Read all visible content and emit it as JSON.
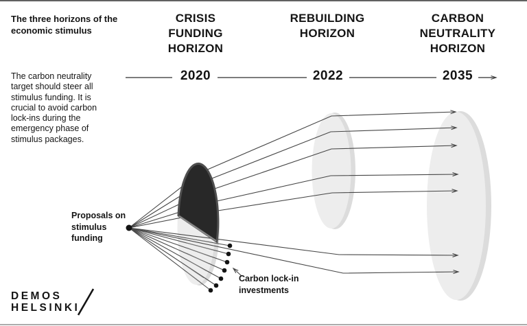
{
  "intro": {
    "heading": "The three horizons of the economic stimulus",
    "body": "The carbon neutrality target should steer all stimulus funding. It is crucial to avoid carbon lock-ins during the emergency phase of stimulus packages."
  },
  "horizons": [
    {
      "title": "CRISIS FUNDING HORIZON",
      "year": "2020"
    },
    {
      "title": "REBUILDING HORIZON",
      "year": "2022"
    },
    {
      "title": "CARBON NEUTRALITY HORIZON",
      "year": "2035"
    }
  ],
  "diagram": {
    "proposals_label": "Proposals on stimulus funding",
    "lock_in_label": "Carbon lock-in investments",
    "flow_arrow_count": 7,
    "lock_in_dot_count": 7
  },
  "logo": {
    "line1": "DEMOS",
    "line2": "HELSINKI"
  },
  "colors": {
    "background": "#ffffff",
    "text": "#141414",
    "line": "#454545",
    "horizon_fill": "#ededed",
    "horizon_rim": "#dcdcdc",
    "lock_in_fill": "#282828"
  }
}
